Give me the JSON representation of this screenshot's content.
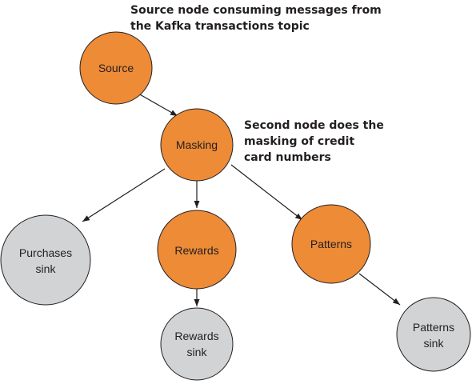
{
  "colors": {
    "processor_fill": "#ED8B37",
    "sink_fill": "#D1D3D4",
    "node_stroke": "#231F20",
    "edge": "#231F20",
    "text": "#231F20"
  },
  "nodes": {
    "source": {
      "kind": "processor",
      "lines": [
        "Source"
      ]
    },
    "masking": {
      "kind": "processor",
      "lines": [
        "Masking"
      ]
    },
    "rewards": {
      "kind": "processor",
      "lines": [
        "Rewards"
      ]
    },
    "patterns": {
      "kind": "processor",
      "lines": [
        "Patterns"
      ]
    },
    "purchases_sink": {
      "kind": "sink",
      "lines": [
        "Purchases",
        "sink"
      ]
    },
    "rewards_sink": {
      "kind": "sink",
      "lines": [
        "Rewards",
        "sink"
      ]
    },
    "patterns_sink": {
      "kind": "sink",
      "lines": [
        "Patterns",
        "sink"
      ]
    }
  },
  "edges": [
    {
      "from": "source",
      "to": "masking"
    },
    {
      "from": "masking",
      "to": "purchases_sink"
    },
    {
      "from": "masking",
      "to": "rewards"
    },
    {
      "from": "masking",
      "to": "patterns"
    },
    {
      "from": "rewards",
      "to": "rewards_sink"
    },
    {
      "from": "patterns",
      "to": "patterns_sink"
    }
  ],
  "annotations": {
    "source_note": {
      "lines": [
        "Source node consuming messages from",
        "the Kafka transactions topic"
      ]
    },
    "masking_note": {
      "lines": [
        "Second node does the",
        "masking of credit",
        "card numbers"
      ]
    }
  }
}
